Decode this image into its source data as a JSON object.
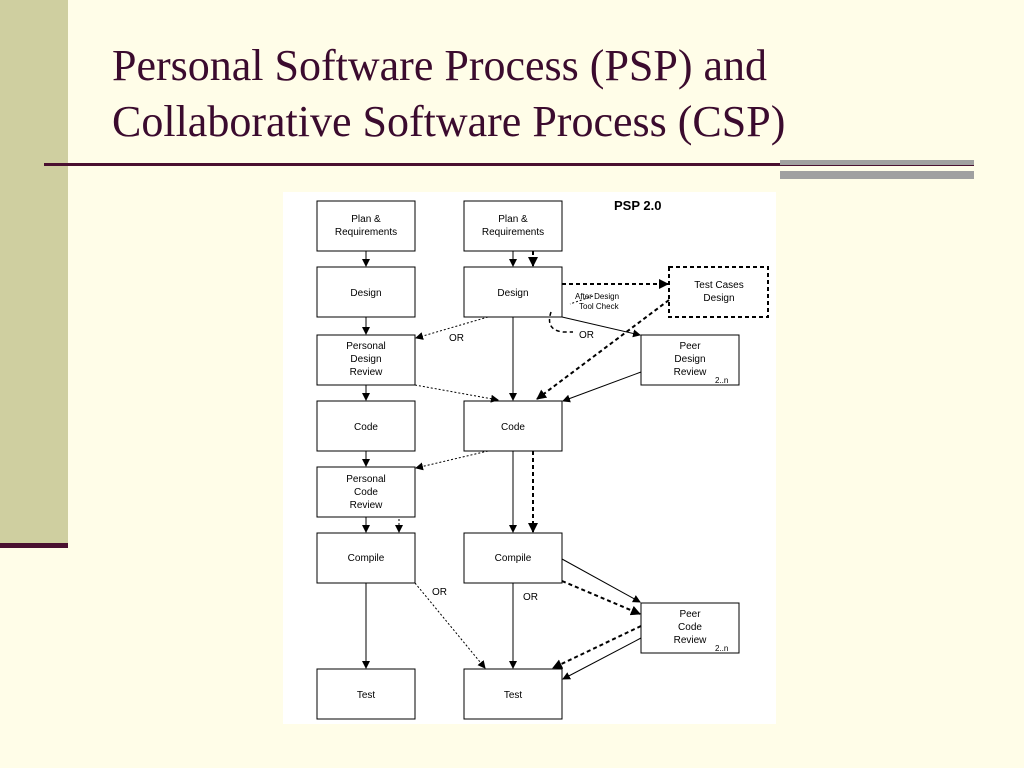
{
  "slide": {
    "title_line1": "Personal Software Process (PSP) and",
    "title_line2": "Collaborative Software Process (CSP)"
  },
  "diagram": {
    "label": "PSP 2.0",
    "psp": {
      "plan": [
        "Plan &",
        "Requirements"
      ],
      "design": "Design",
      "design_review": [
        "Personal",
        "Design",
        "Review"
      ],
      "code": "Code",
      "code_review": [
        "Personal",
        "Code",
        "Review"
      ],
      "compile": "Compile",
      "test": "Test"
    },
    "csp": {
      "plan": [
        "Plan &",
        "Requirements"
      ],
      "design": "Design",
      "code": "Code",
      "compile": "Compile",
      "test": "Test",
      "test_cases": [
        "Test Cases",
        "Design"
      ],
      "peer_design": [
        "Peer",
        "Design",
        "Review"
      ],
      "peer_design_sub": "2..n",
      "peer_code": [
        "Peer",
        "Code",
        "Review"
      ],
      "peer_code_sub": "2..n",
      "after_design": [
        "After Design",
        "Tool Check"
      ]
    },
    "or_label": "OR"
  }
}
